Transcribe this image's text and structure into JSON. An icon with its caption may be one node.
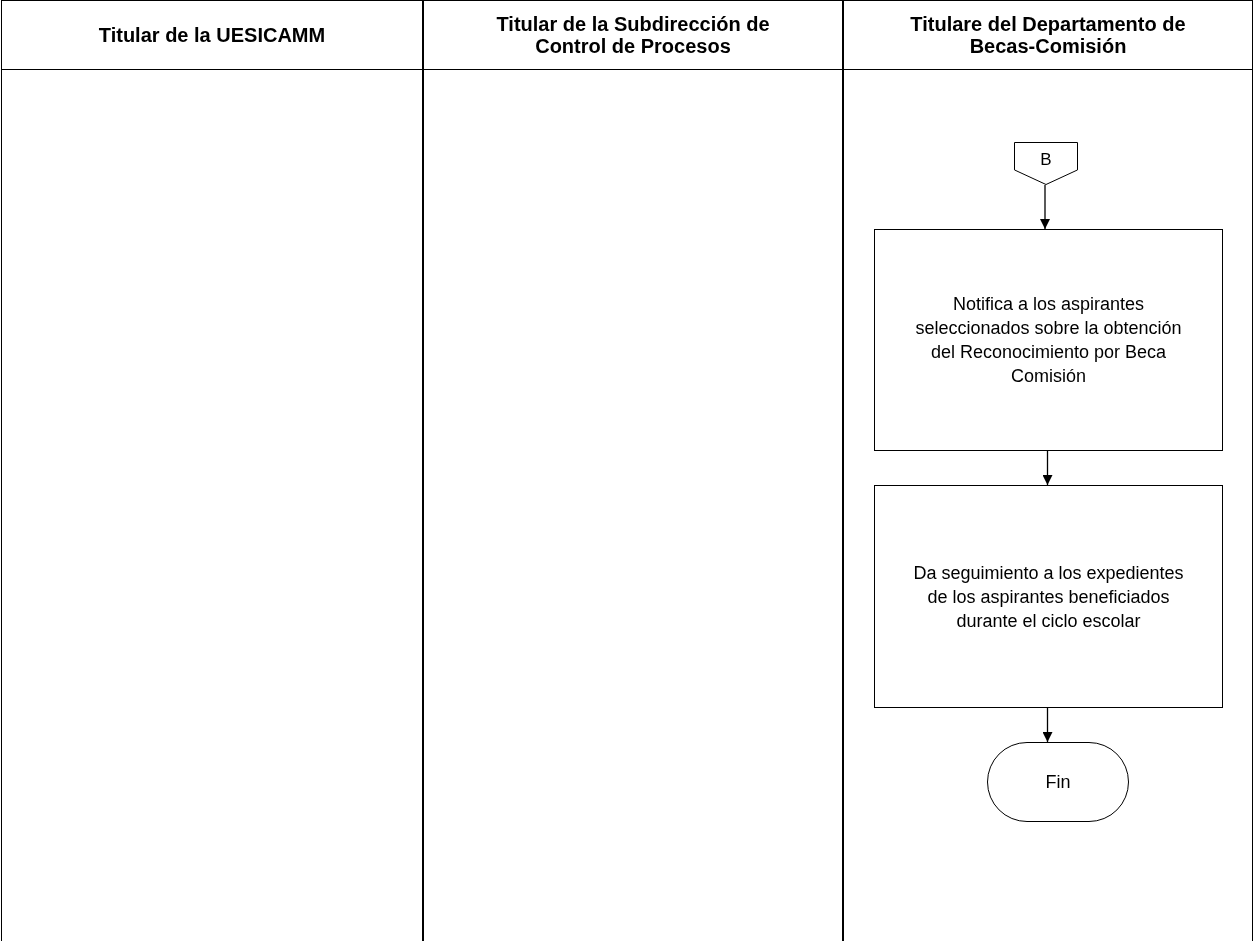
{
  "diagram": {
    "nodes": [
      {
        "text": [
          "Titular de la UESICAMM"
        ]
      },
      {
        "text": [
          "Titular de la Subdirección de Control de Procesos"
        ]
      },
      {
        "text": [
          "Titulare del Departamento de Becas-Comisión"
        ]
      },
      {
        "text": [
          "B"
        ],
        "in": 2
      },
      {
        "text": [
          "Notifica a los aspirantes seleccionados sobre la obtención del Reconocimiento por Beca Comisión"
        ],
        "in": 2
      },
      {
        "text": [
          "Da seguimiento a los expedientes de los aspirantes beneficiados durante el ciclo escolar"
        ],
        "in": 2
      },
      {
        "text": [
          "Fin"
        ],
        "in": 2
      }
    ],
    "edges": [
      {
        "from": 3,
        "to": 4,
        "arrow": "to"
      },
      {
        "from": 4,
        "to": 5,
        "arrow": "to"
      },
      {
        "from": 5,
        "to": 6,
        "arrow": "to"
      }
    ]
  }
}
